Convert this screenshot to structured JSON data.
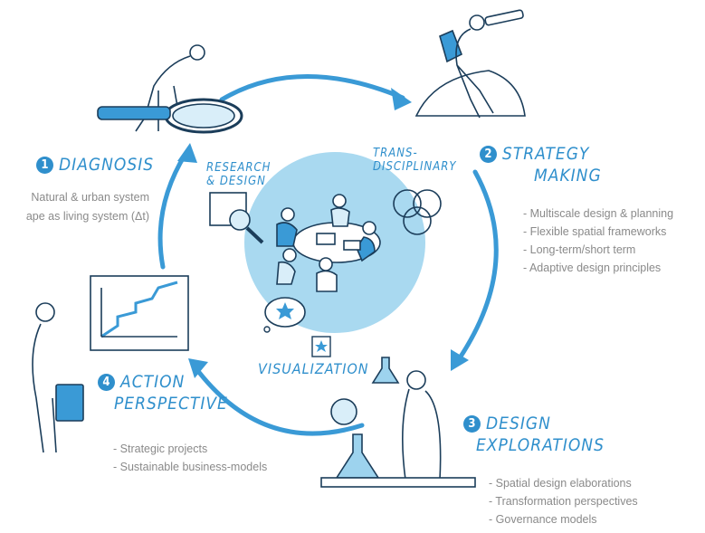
{
  "steps": [
    {
      "number": "1",
      "title": [
        "DIAGNOSIS"
      ],
      "bullets_plain": [
        "Natural & urban system",
        "ape as living system (Δt)"
      ]
    },
    {
      "number": "2",
      "title": [
        "STRATEGY",
        "MAKING"
      ],
      "bullets": [
        "Multiscale design & planning",
        "Flexible spatial frameworks",
        "Long-term/short term",
        "Adaptive design principles"
      ]
    },
    {
      "number": "3",
      "title": [
        "DESIGN",
        "EXPLORATIONS"
      ],
      "bullets": [
        "Spatial design elaborations",
        "Transformation perspectives",
        "Governance models"
      ]
    },
    {
      "number": "4",
      "title": [
        "ACTION",
        "PERSPECTIVE"
      ],
      "bullets": [
        "Strategic projects",
        "Sustainable  business-models"
      ]
    }
  ],
  "center_labels": {
    "research": [
      "RESEARCH",
      "& DESIGN"
    ],
    "trans": [
      "TRANS-",
      "DISCIPLINARY"
    ],
    "visual": "VISUALIZATION"
  },
  "colors": {
    "accent": "#2f8fcc",
    "light": "#9dd3ee",
    "circle": "#a9d9f0",
    "gray": "#8a8a8a"
  },
  "icons": [
    "magnifier-icon",
    "venn-icon",
    "star-icon",
    "chart-icon",
    "binoculars-icon",
    "flask-icon",
    "briefcase-icon"
  ]
}
